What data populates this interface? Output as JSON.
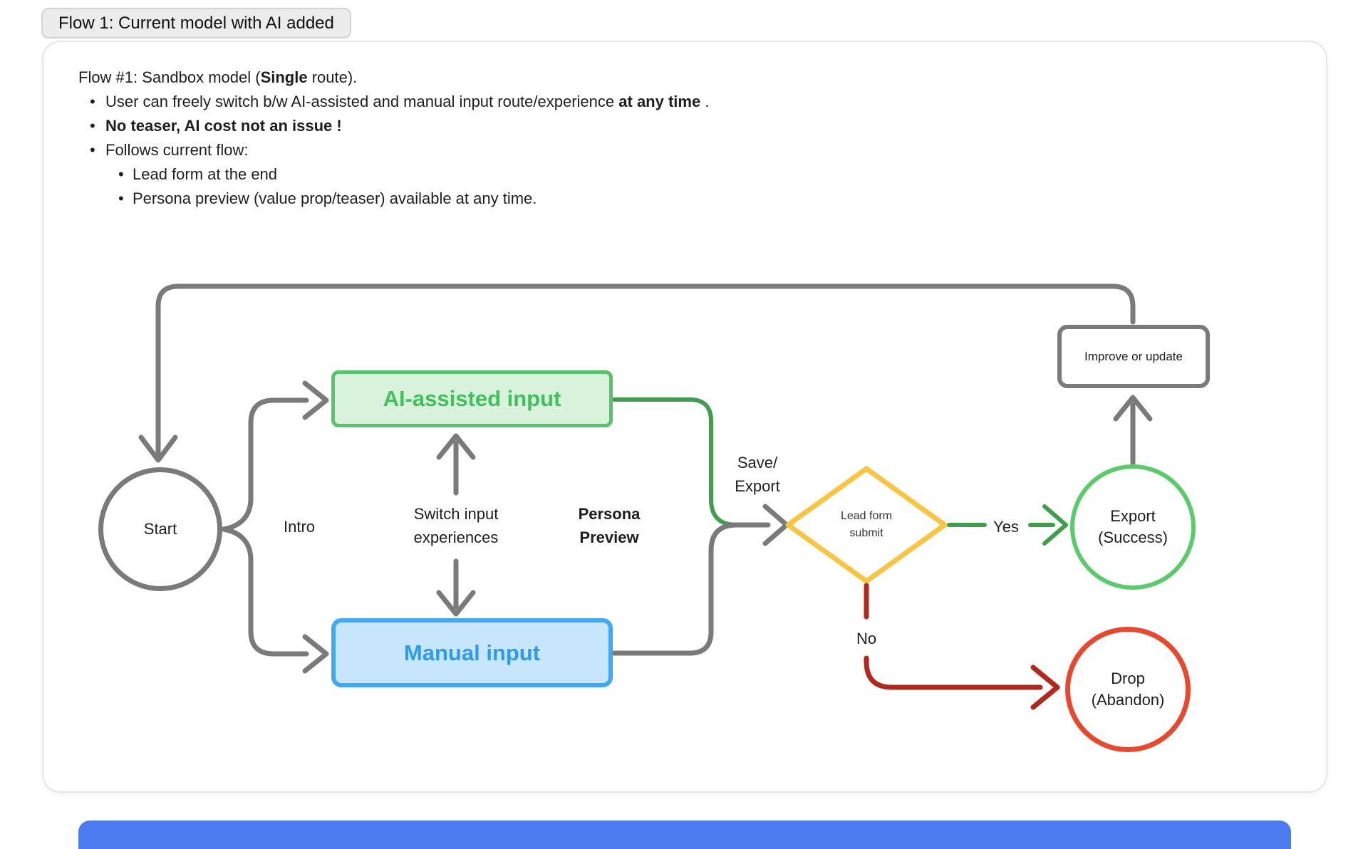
{
  "frame": {
    "tab_label": "Flow 1: Current model with AI added"
  },
  "notes": {
    "title_parts": [
      {
        "t": "Flow #1: Sandbox model ("
      },
      {
        "t": "Single",
        "b": true
      },
      {
        "t": " route)."
      }
    ],
    "bullets": [
      {
        "level": 1,
        "parts": [
          {
            "t": "User can freely switch b/w AI-assisted and manual input route/experience "
          },
          {
            "t": "at any time",
            "b": true
          },
          {
            "t": " ."
          }
        ]
      },
      {
        "level": 1,
        "parts": [
          {
            "t": "No teaser, AI cost not an issue !",
            "b": true
          }
        ]
      },
      {
        "level": 1,
        "parts": [
          {
            "t": "Follows current flow:"
          }
        ]
      },
      {
        "level": 2,
        "parts": [
          {
            "t": "Lead form at the end"
          }
        ]
      },
      {
        "level": 2,
        "parts": [
          {
            "t": "Persona preview (value prop/teaser) available at any time."
          }
        ]
      }
    ]
  },
  "nodes": {
    "start": {
      "label": "Start"
    },
    "ai_input": {
      "label": "AI-assisted input"
    },
    "manual_input": {
      "label": "Manual input"
    },
    "lead_form": {
      "label": "Lead form\nsubmit"
    },
    "export_success": {
      "label": "Export\n(Success)"
    },
    "drop_abandon": {
      "label": "Drop\n(Abandon)"
    },
    "improve_update": {
      "label": "Improve or update"
    }
  },
  "labels": {
    "intro": "Intro",
    "switch_experiences": "Switch input\nexperiences",
    "persona_preview": "Persona\nPreview",
    "save_export": "Save/\nExport",
    "yes": "Yes",
    "no": "No"
  },
  "colors": {
    "line-gray": "#7a7a7a",
    "green-border": "#56c46a",
    "green-fill": "#d9f2dc",
    "green-text": "#41c15e",
    "green-line": "#3f9e4e",
    "green-circle": "#5acb6b",
    "blue-border": "#3fa9f5",
    "blue-fill": "#c7e6fb",
    "blue-text": "#2d9cee",
    "yellow": "#f9c440",
    "red-line": "#b3281d",
    "red-circle": "#e8482b",
    "bottom-blue": "#4c7bf0"
  }
}
